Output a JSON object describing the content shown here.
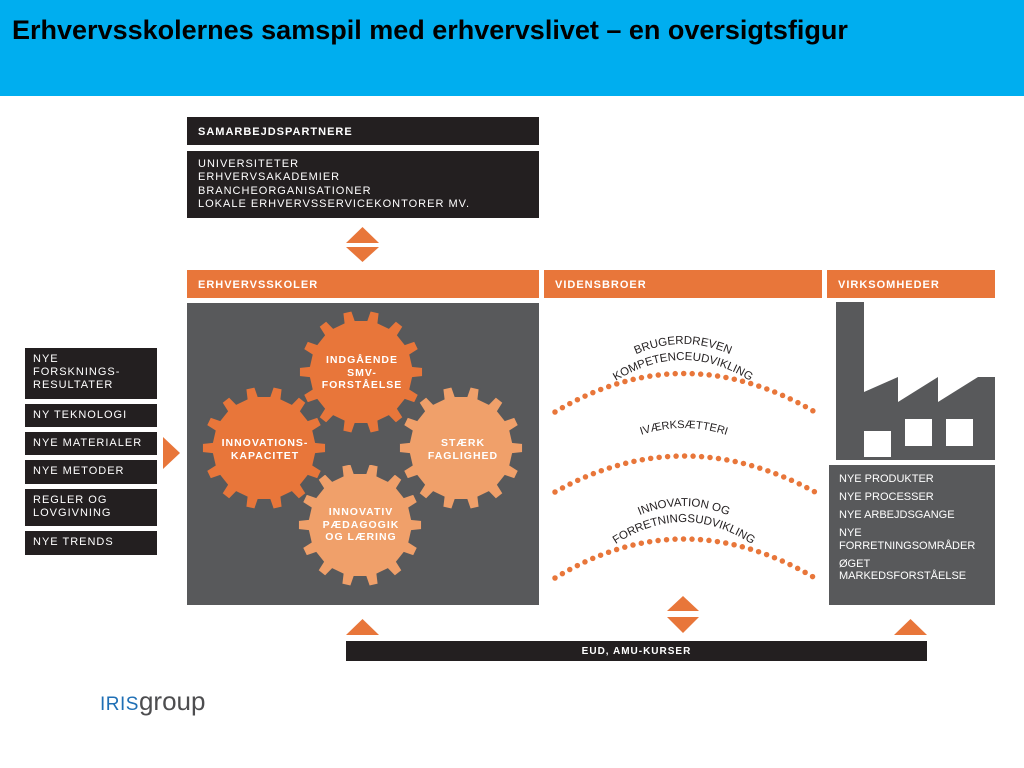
{
  "title": "Erhvervsskolernes samspil med erhvervslivet – en oversigtsfigur",
  "samarbejdspartnere": {
    "heading": "SAMARBEJDSPARTNERE",
    "items": [
      "UNIVERSITETER",
      "ERHVERVSAKADEMIER",
      "BRANCHEORGANISATIONER",
      "LOKALE ERHVERVSSERVICEKONTORER MV."
    ]
  },
  "sections": {
    "erhvervsskoler": "ERHVERVSSKOLER",
    "vidensbroer": "VIDENSBROER",
    "virksomheder": "VIRKSOMHEDER"
  },
  "left_items": [
    "NYE FORSKNINGS-RESULTATER",
    "NY TEKNOLOGI",
    "NYE MATERIALER",
    "NYE METODER",
    "REGLER OG LOVGIVNING",
    "NYE TRENDS"
  ],
  "gears": {
    "indgaaende": [
      "INDGÅENDE",
      "SMV-",
      "FORSTÅELSE"
    ],
    "innovationskapacitet": [
      "INNOVATIONS-",
      "KAPACITET"
    ],
    "staerk": [
      "STÆRK",
      "FAGLIGHED"
    ],
    "innovativ": [
      "INNOVATIV",
      "PÆDAGOGIK",
      "OG LÆRING"
    ]
  },
  "bridges": {
    "b1": [
      "BRUGERDREVEN",
      "KOMPETENCEUDVIKLING"
    ],
    "b2": [
      "IVÆRKSÆTTERI"
    ],
    "b3": [
      "INNOVATION OG",
      "FORRETNINGSUDVIKLING"
    ]
  },
  "virksomheder_items": [
    "NYE PRODUKTER",
    "NYE PROCESSER",
    "NYE ARBEJDSGANGE",
    "NYE FORRETNINGSOMRÅDER",
    "ØGET MARKEDSFORSTÅELSE"
  ],
  "eud": "EUD, AMU-KURSER",
  "logo": {
    "part1": "IRIS",
    "part2": "group"
  },
  "colors": {
    "header": "#00aeef",
    "orange": "#e8763a",
    "light_orange": "#f0a06a",
    "dark": "#231f20",
    "gray": "#58595b"
  }
}
